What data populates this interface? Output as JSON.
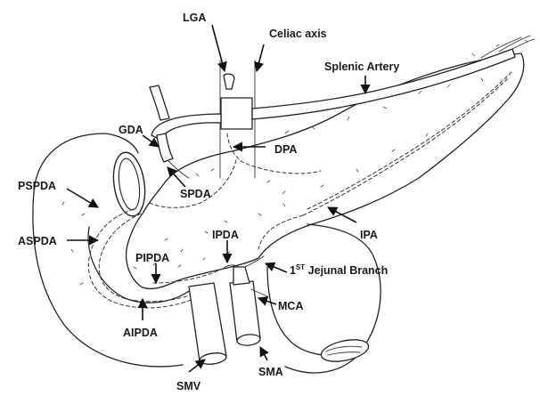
{
  "labels": {
    "lga": "LGA",
    "celiac": "Celiac axis",
    "splenic": "Splenic Artery",
    "gda": "GDA",
    "dpa": "DPA",
    "pspda": "PSPDA",
    "spda": "SPDA",
    "aspda": "ASPDA",
    "ipa": "IPA",
    "ipda": "IPDA",
    "pipda": "PIPDA",
    "jejunal_base": "1",
    "jejunal_sup": "ST",
    "jejunal_rest": " Jejunal Branch",
    "mca": "MCA",
    "aipda": "AIPDA",
    "smv": "SMV",
    "sma": "SMA"
  }
}
